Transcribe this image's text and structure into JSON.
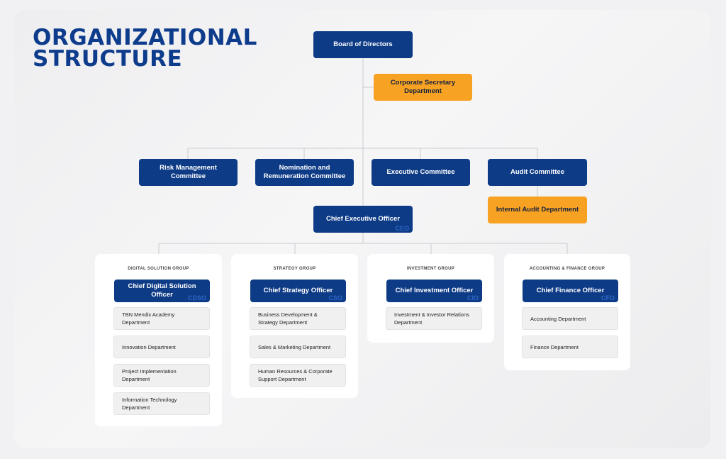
{
  "title": {
    "line1": "ORGANIZATIONAL",
    "line2": "STRUCTURE"
  },
  "colors": {
    "navy": "#0e3b86",
    "orange": "#f8a223",
    "title_blue": "#0e3c8c",
    "code_blue": "#2d67c7"
  },
  "board": "Board of Directors",
  "corporate_secretary": "Corporate Secretary Department",
  "committees": {
    "risk": "Risk Management Committee",
    "nomination": "Nomination and Remuneration Committee",
    "executive": "Executive Committee",
    "audit": "Audit Committee"
  },
  "internal_audit": "Internal Audit Department",
  "ceo": {
    "title": "Chief Executive Officer",
    "code": "CEO"
  },
  "groups": {
    "digital": {
      "label": "DIGITAL SOLUTION GROUP",
      "head": "Chief Digital Solution Officer",
      "code": "CDSO",
      "depts": [
        "TBN Mendix Academy Department",
        "Innovation Department",
        "Project Implementation Department",
        "Information Technology Department"
      ]
    },
    "strategy": {
      "label": "STRATEGY GROUP",
      "head": "Chief Strategy Officer",
      "code": "CSO",
      "depts": [
        "Business Development & Strategy Department",
        "Sales & Marketing Department",
        "Human Resources & Corporate Support Department"
      ]
    },
    "investment": {
      "label": "INVESTMENT GROUP",
      "head": "Chief Investment Officer",
      "code": "CIO",
      "depts": [
        "Investment & Investor Relations Department"
      ]
    },
    "finance": {
      "label": "ACCOUNTING & FINANCE GROUP",
      "head": "Chief Finance Officer",
      "code": "CFO",
      "depts": [
        "Accounting Department",
        "Finance Department"
      ]
    }
  }
}
